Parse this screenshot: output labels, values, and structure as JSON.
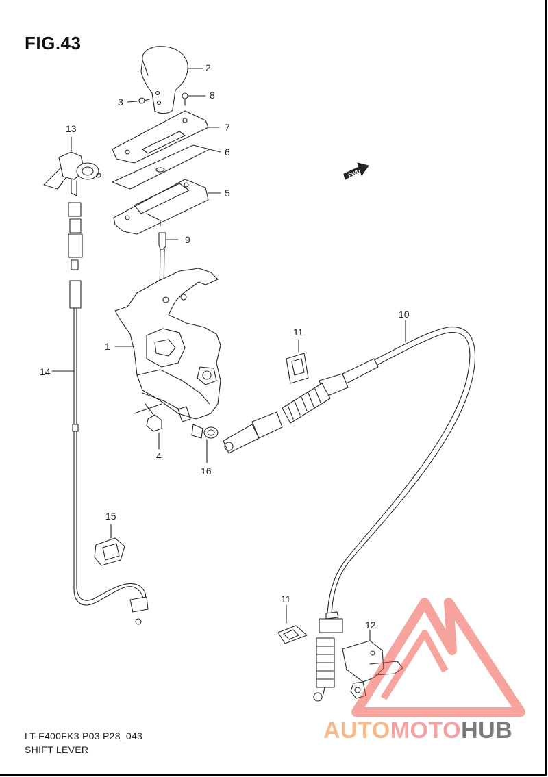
{
  "figure": {
    "title": "FIG.43"
  },
  "footer": {
    "model_code": "LT-F400FK3 P03 P28_043",
    "caption": "SHIFT LEVER"
  },
  "fwd_badge": "FWD",
  "callouts": [
    {
      "id": "1",
      "label": "1"
    },
    {
      "id": "2",
      "label": "2"
    },
    {
      "id": "3",
      "label": "3"
    },
    {
      "id": "4",
      "label": "4"
    },
    {
      "id": "5",
      "label": "5"
    },
    {
      "id": "6",
      "label": "6"
    },
    {
      "id": "7",
      "label": "7"
    },
    {
      "id": "8",
      "label": "8"
    },
    {
      "id": "9",
      "label": "9"
    },
    {
      "id": "10",
      "label": "10"
    },
    {
      "id": "11a",
      "label": "11"
    },
    {
      "id": "11b",
      "label": "11"
    },
    {
      "id": "12",
      "label": "12"
    },
    {
      "id": "13",
      "label": "13"
    },
    {
      "id": "14",
      "label": "14"
    },
    {
      "id": "15",
      "label": "15"
    },
    {
      "id": "16",
      "label": "16"
    }
  ],
  "watermark": {
    "part1": "AUTO",
    "part2": "MOTO",
    "part3": "HUB",
    "triangle_color": "#f05a4f",
    "text_color_1": "#f6b98a",
    "text_color_2": "#f3a3a0",
    "text_color_3": "#7a7a7a"
  }
}
